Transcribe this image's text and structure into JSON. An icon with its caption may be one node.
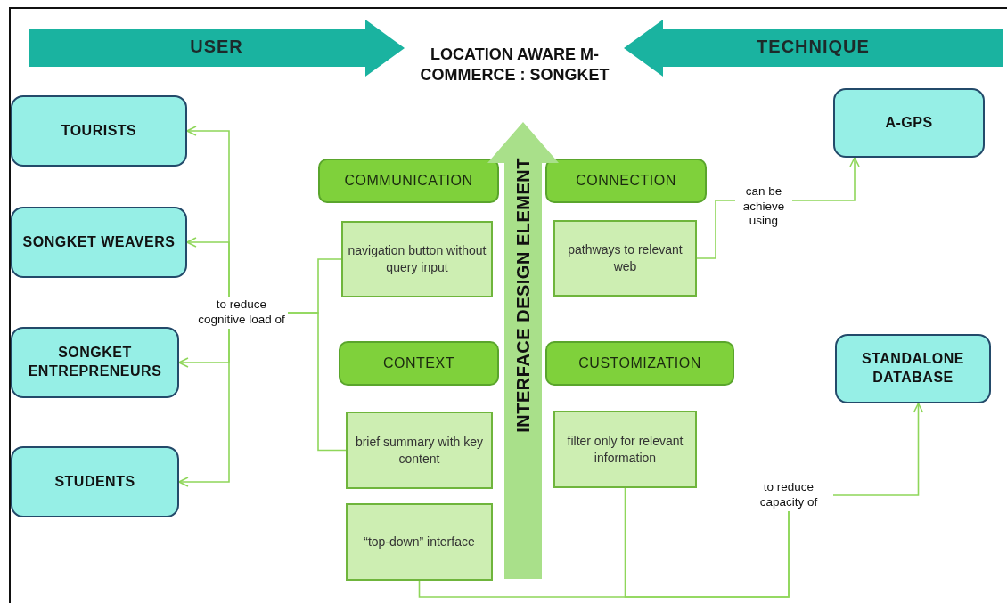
{
  "diagram": {
    "nodes": [
      {
        "text": [
          "USER"
        ]
      },
      {
        "text": [
          "LOCATION AWARE M-COMMERCE : SONGKET"
        ]
      },
      {
        "text": [
          "TECHNIQUE"
        ]
      },
      {
        "text": [
          "TOURISTS"
        ]
      },
      {
        "text": [
          "A-GPS"
        ]
      },
      {
        "text": [
          "INTERFACE DESIGN ELEMENT"
        ]
      },
      {
        "text": [
          "COMMUNICATION"
        ]
      },
      {
        "text": [
          "CONNECTION"
        ]
      },
      {
        "text": [
          "can be achieve using"
        ]
      },
      {
        "text": [
          "SONGKET WEAVERS"
        ]
      },
      {
        "text": [
          "navigation button without query input"
        ]
      },
      {
        "text": [
          "pathways to relevant web"
        ]
      },
      {
        "text": [
          "to reduce cognitive load of"
        ]
      },
      {
        "text": [
          "SONGKET ENTREPRENEURS"
        ]
      },
      {
        "text": [
          "CONTEXT"
        ]
      },
      {
        "text": [
          "CUSTOMIZATION"
        ]
      },
      {
        "text": [
          "STANDALONE DATABASE"
        ]
      },
      {
        "text": [
          "brief summary with key content"
        ]
      },
      {
        "text": [
          "filter only for relevant information"
        ]
      },
      {
        "text": [
          "to reduce capacity of"
        ]
      },
      {
        "text": [
          "STUDENTS"
        ]
      },
      {
        "text": [
          "“top-down” interface"
        ]
      }
    ],
    "edges": [
      {
        "from": 10,
        "to": 12,
        "arrow": "none"
      },
      {
        "from": 17,
        "to": 12,
        "arrow": "none"
      },
      {
        "from": 12,
        "to": 3,
        "arrow": "to"
      },
      {
        "from": 12,
        "to": 9,
        "arrow": "to"
      },
      {
        "from": 12,
        "to": 13,
        "arrow": "to"
      },
      {
        "from": 12,
        "to": 20,
        "arrow": "to"
      },
      {
        "from": 11,
        "to": 8,
        "arrow": "none"
      },
      {
        "from": 8,
        "to": 4,
        "arrow": "to"
      },
      {
        "from": 18,
        "to": 19,
        "arrow": "none"
      },
      {
        "from": 21,
        "to": 19,
        "arrow": "none"
      },
      {
        "from": 19,
        "to": 16,
        "arrow": "to"
      }
    ]
  }
}
